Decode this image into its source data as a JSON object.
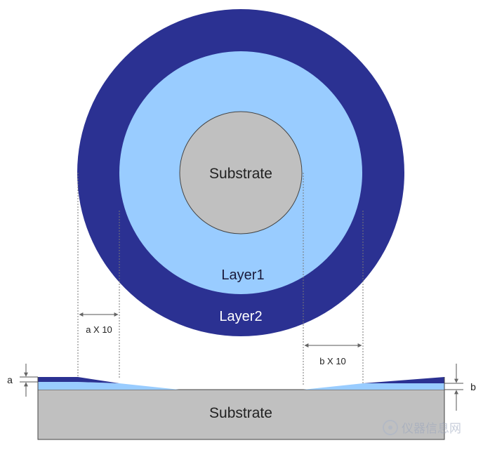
{
  "diagram": {
    "circle_labels": {
      "substrate": "Substrate",
      "layer1": "Layer1",
      "layer2": "Layer2"
    },
    "dimension_labels": {
      "a_x10": "a X 10",
      "b_x10": "b X 10",
      "a": "a",
      "b": "b"
    },
    "cross_section_label": "Substrate",
    "watermark": "仪器信息网",
    "colors": {
      "layer2": "#2b3192",
      "layer1": "#99ccff",
      "substrate": "#c0c0c0",
      "outline": "#333333",
      "dim_line": "#666666"
    }
  }
}
